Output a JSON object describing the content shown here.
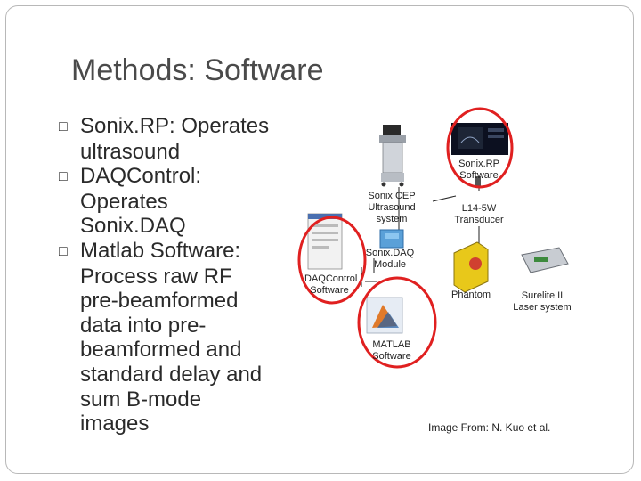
{
  "slide": {
    "title": "Methods: Software",
    "bullet_marker": "□",
    "bullets": [
      "Sonix.RP: Operates ultrasound",
      "DAQControl: Operates Sonix.DAQ",
      "Matlab Software: Process raw RF pre-beamformed data into pre-beamformed and standard delay and sum B-mode images"
    ]
  },
  "diagram": {
    "labels": {
      "sonixrp": "Sonix.RP Software",
      "cep": "Sonix CEP Ultrasound system",
      "transducer": "L14-5W Transducer",
      "daq": "Sonix.DAQ Module",
      "daqcontrol": "DAQControl Software",
      "phantom": "Phantom",
      "laser": "Surelite II Laser system",
      "matlab": "MATLAB Software"
    },
    "highlight_color": "#e02020"
  },
  "credit": "Image From: N. Kuo et al."
}
